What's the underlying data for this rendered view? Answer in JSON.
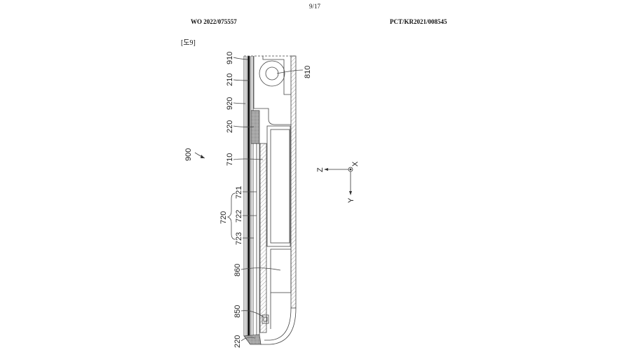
{
  "header": {
    "page": "9/17",
    "publication": "WO 2022/075557",
    "application": "PCT/KR2021/008545",
    "figure": "[도9]"
  },
  "labels": {
    "assembly": "900",
    "l910": "910",
    "l210": "210",
    "l920": "920",
    "l220_top": "220",
    "l710": "710",
    "l721": "721",
    "l722": "722",
    "l723": "723",
    "l720": "720",
    "l860": "860",
    "l850": "850",
    "l220_bottom": "220",
    "l810": "810"
  },
  "axes": {
    "z": "Z",
    "x": "X",
    "y": "Y"
  }
}
